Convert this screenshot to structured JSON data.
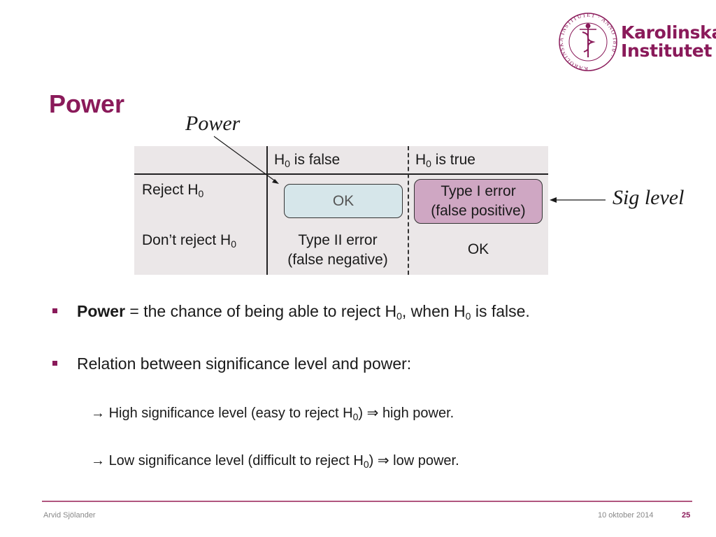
{
  "logo": {
    "ring_text": "KAROLINSKA INSTITUTET · ANNO 1810 ·",
    "name_line1": "Karolinska",
    "name_line2": "Institutet",
    "color": "#8a1a5a"
  },
  "title": "Power",
  "annotations": {
    "power": "Power",
    "sig_level": "Sig level"
  },
  "table": {
    "header_col1": "H",
    "header_col1_sub": "0",
    "header_col1_rest": " is false",
    "header_col2": "H",
    "header_col2_sub": "0",
    "header_col2_rest": " is true",
    "row1_label": "Reject H",
    "row1_label_sub": "0",
    "row2_label": "Don’t reject H",
    "row2_label_sub": "0",
    "ok_cell": "OK",
    "type1_line1": "Type I error",
    "type1_line2": "(false positive)",
    "type2_line1": "Type II error",
    "type2_line2": "(false negative)",
    "ok_cell2": "OK",
    "colors": {
      "background": "#ebe7e8",
      "ok_box": "#d6e6ea",
      "type1_box": "#cfa7c3"
    }
  },
  "bullets": {
    "b1_bold": "Power",
    "b1_text1": " = the chance of being able to reject H",
    "b1_sub1": "0",
    "b1_text2": ", when H",
    "b1_sub2": "0",
    "b1_text3": " is false.",
    "b2_text": "Relation between significance level and power:",
    "s1_text1": "High significance level (easy to reject H",
    "s1_sub": "0",
    "s1_text2": ") ⇒ high power.",
    "s2_text1": "Low significance level (difficult to reject H",
    "s2_sub": "0",
    "s2_text2": ") ⇒ low power.",
    "arrow_glyph": "→"
  },
  "footer": {
    "author": "Arvid Sjölander",
    "date": "10 oktober 2014",
    "page": "25"
  }
}
